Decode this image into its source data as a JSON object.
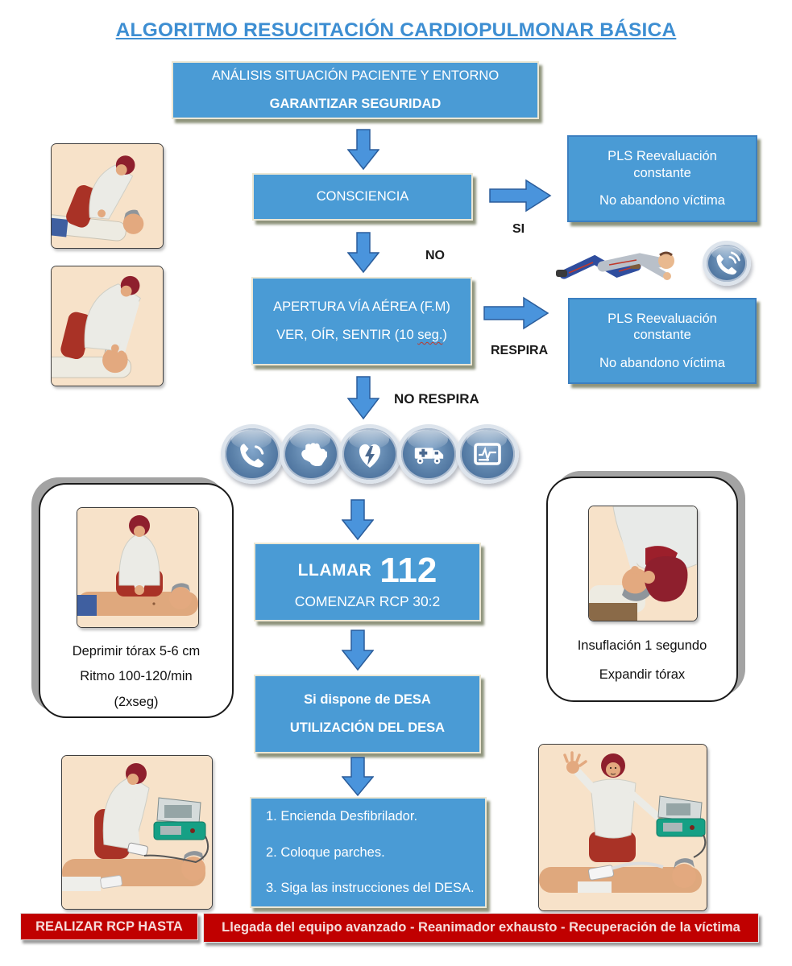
{
  "title": "ALGORITMO RESUCITACIÓN CARDIOPULMONAR BÁSICA",
  "flow": {
    "analisis": {
      "line1": "ANÁLISIS SITUACIÓN PACIENTE Y ENTORNO",
      "line2": "GARANTIZAR SEGURIDAD"
    },
    "consciencia": "CONSCIENCIA",
    "pls": {
      "line1": "PLS Reevaluación",
      "line2": "constante",
      "line3": "No abandono víctima"
    },
    "apertura": {
      "line1": "APERTURA VÍA AÉREA (F.M)",
      "line2a": "VER, OÍR, SENTIR (10 ",
      "line2b": "seg.",
      "line2c": ")"
    },
    "llamar": {
      "label": "LLAMAR",
      "number": "112",
      "sub": "COMENZAR RCP 30:2"
    },
    "desa": {
      "line1": "Si dispone de DESA",
      "line2": "UTILIZACIÓN  DEL DESA"
    },
    "steps": [
      "1.  Encienda Desfibrilador.",
      "2. Coloque parches.",
      "3. Siga las instrucciones del DESA."
    ]
  },
  "labels": {
    "si": "SI",
    "no": "NO",
    "respira": "RESPIRA",
    "no_respira": "NO RESPIRA"
  },
  "panels": {
    "compressions": {
      "line1": "Deprimir tórax 5-6 cm",
      "line2": "Ritmo 100-120/min",
      "line3": "(2xseg)"
    },
    "ventilation": {
      "line1": "Insuflación 1 segundo",
      "line2": "Expandir tórax"
    }
  },
  "footer": {
    "left": "REALIZAR RCP HASTA",
    "right": "Llegada del equipo avanzado - Reanimador exhausto - Recuperación de la víctima"
  },
  "icons": {
    "chain_row": [
      "phone-icon",
      "cpr-hands-icon",
      "defib-heart-icon",
      "ambulance-icon",
      "ecg-monitor-icon"
    ],
    "standalone": "phone-icon"
  },
  "colors": {
    "box_blue": "#4a9bd5",
    "title_blue": "#3d8ed2",
    "arrow_blue": "#4a94dc",
    "footer_red": "#c00000"
  }
}
